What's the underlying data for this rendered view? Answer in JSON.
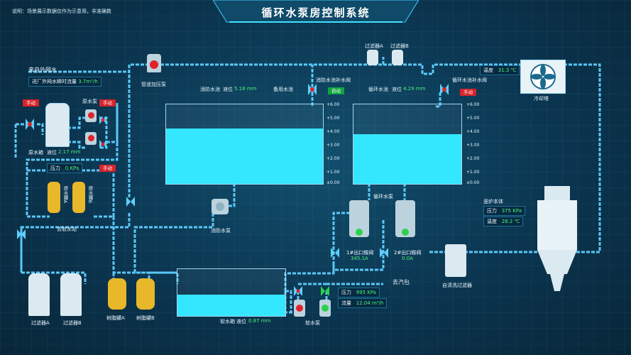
{
  "header": {
    "note": "说明：场景展示数据仅作为示意用，非准确数",
    "title": "循环水泵房控制系统"
  },
  "inlet": {
    "label": "来自外网水",
    "flow_label": "进厂外网水瞬时流量",
    "flow_value": "3.7m³/h"
  },
  "pressure_pump": {
    "label": "管道加压泵"
  },
  "raw_water": {
    "manual": "手动",
    "pump_label": "原水泵",
    "pump_manual": "手动",
    "tank_label": "原水箱",
    "level_label": "液位",
    "level_value": "2.17 mm"
  },
  "softener": {
    "pressure_label": "压力",
    "pressure_value": "0 KPa",
    "manual": "手动",
    "tank_a": "原水罐",
    "tank_b": "原水罐",
    "tank_a_sub": "A",
    "tank_b_sub": "B",
    "station_label": "去软水站"
  },
  "fire_pool": {
    "name": "消防水池",
    "level_label": "液位",
    "level_value": "5.18 mm",
    "backup": "备用水池"
  },
  "makeup_valve": {
    "label": "消防水池补水阀",
    "mode": "自动"
  },
  "circ_pool": {
    "name": "循环水池",
    "level_label": "液位",
    "level_value": "4.29 mm"
  },
  "filters_top": {
    "a": "过滤器A",
    "b": "过滤器B"
  },
  "circ_makeup": {
    "label": "循环水池补水阀",
    "manual": "手动"
  },
  "scales": {
    "left": [
      "+6.00",
      "+5.00",
      "+4.00",
      "+3.00",
      "+2.00",
      "+1.00",
      "±0.00"
    ],
    "right": [
      "+6.00",
      "+5.00",
      "+4.00",
      "+3.00",
      "+2.00",
      "+1.00",
      "±0.00"
    ]
  },
  "cooling_tower": {
    "temp_label": "温度",
    "temp_value": "31.3 ℃",
    "label": "冷却塔"
  },
  "fire_pump": {
    "label": "消防水泵"
  },
  "circ_pump": {
    "label": "循环水泵"
  },
  "butterfly": {
    "v1_label": "1#出口蝶阀",
    "v1_value": "345.1A",
    "v2_label": "2#出口蝶阀",
    "v2_value": "0.0A"
  },
  "boiler": {
    "label": "竖炉本体",
    "pressure_label": "压力",
    "pressure_value": "375 KPa",
    "temp_label": "温度",
    "temp_value": "28.2 ℃"
  },
  "auto_filter": {
    "label": "自清洗过滤器"
  },
  "filters_bottom": {
    "a": "过滤器A",
    "b": "过滤器B"
  },
  "resin": {
    "a": "树脂罐A",
    "b": "树脂罐B"
  },
  "soft_tank": {
    "label": "软水箱",
    "level_label": "液位",
    "level_value": "0.87 mm"
  },
  "steam": {
    "label": "去汽包"
  },
  "soft_pump": {
    "label": "软水泵",
    "pressure_label": "压力",
    "pressure_value": "995 KPa",
    "flow_label": "流量",
    "flow_value": "12.04 m³/h"
  },
  "colors": {
    "pipe": "#5fd0ff",
    "water": "#35e6ff",
    "accent_red": "#d8232a",
    "accent_green": "#11a541",
    "value_green": "#4cf07a"
  }
}
